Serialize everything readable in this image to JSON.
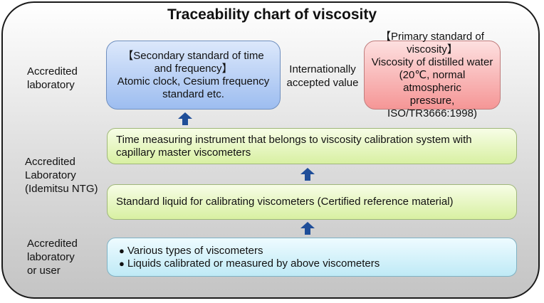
{
  "title": "Traceability chart of viscosity",
  "side_labels": {
    "top": [
      "Accredited",
      "laboratory"
    ],
    "middle": [
      "Accredited",
      "Laboratory",
      "(Idemitsu NTG)"
    ],
    "bottom": [
      "Accredited",
      "laboratory",
      "or user"
    ]
  },
  "center_label": [
    "Internationally",
    "accepted value"
  ],
  "secondary_standard": {
    "lines": [
      "【Secondary standard of time",
      "and frequency】",
      "Atomic clock, Cesium frequency",
      "standard etc."
    ]
  },
  "primary_standard": {
    "lines": [
      "【Primary standard of",
      "viscosity】",
      "Viscosity of distilled water",
      "(20℃, normal atmospheric",
      "pressure,",
      "ISO/TR3666:1998)"
    ]
  },
  "time_instrument": {
    "lines": [
      "Time measuring instrument that belongs to viscosity calibration system with",
      "capillary master viscometers"
    ]
  },
  "standard_liquid": {
    "text": "Standard liquid for calibrating viscometers (Certified reference material)"
  },
  "viscometers": {
    "bullet": "●",
    "items": [
      "Various types of viscometers",
      "Liquids calibrated or measured by above viscometers"
    ]
  },
  "colors": {
    "arrow": "#1f4e99",
    "secondary_box": "#9dbdf0",
    "primary_box": "#f59696",
    "green_box": "#d8f0a2",
    "cyan_box": "#bfeaf6"
  }
}
